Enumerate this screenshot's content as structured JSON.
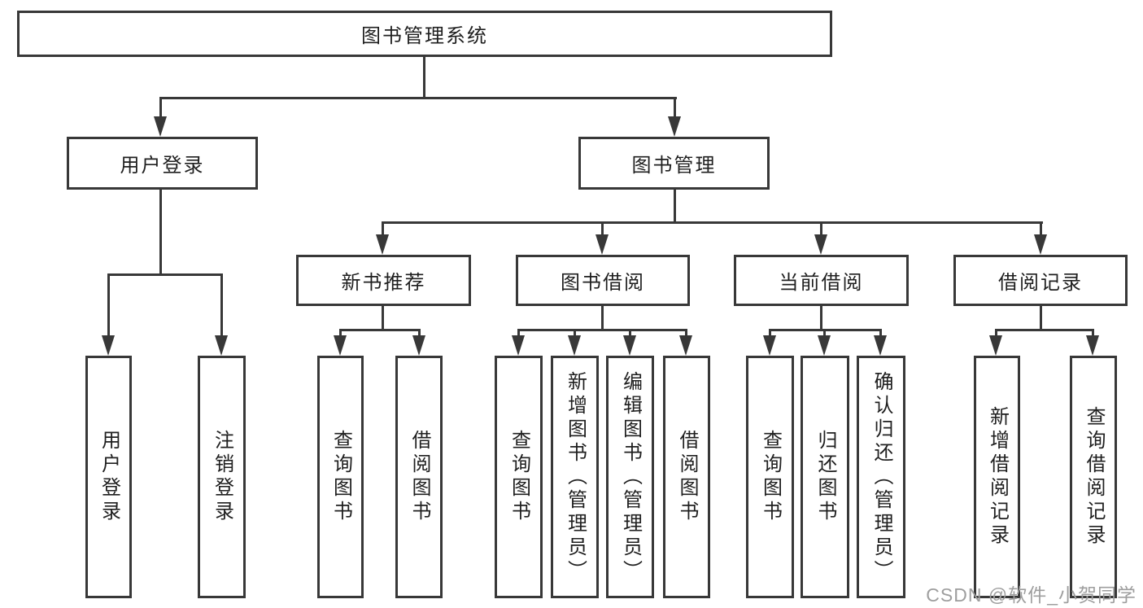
{
  "colors": {
    "line": "#383838",
    "text": "#1f1f1f",
    "watermark": "#9e9e9e",
    "background": "#ffffff"
  },
  "tree": {
    "root": {
      "label": "图书管理系统"
    },
    "level2": [
      {
        "label": "用户登录"
      },
      {
        "label": "图书管理"
      }
    ],
    "level3": [
      {
        "label": "新书推荐"
      },
      {
        "label": "图书借阅"
      },
      {
        "label": "当前借阅"
      },
      {
        "label": "借阅记录"
      }
    ],
    "leaves": {
      "user_login": [
        {
          "label": "用户登录"
        },
        {
          "label": "注销登录"
        }
      ],
      "new_recommend": [
        {
          "label": "查询图书"
        },
        {
          "label": "借阅图书"
        }
      ],
      "book_borrow": [
        {
          "label": "查询图书"
        },
        {
          "label": "新增图书（管理员）"
        },
        {
          "label": "编辑图书（管理员）"
        },
        {
          "label": "借阅图书"
        }
      ],
      "current_borrow": [
        {
          "label": "查询图书"
        },
        {
          "label": "归还图书"
        },
        {
          "label": "确认归还（管理员）"
        }
      ],
      "borrow_record": [
        {
          "label": "新增借阅记录"
        },
        {
          "label": "查询借阅记录"
        }
      ]
    }
  },
  "watermark": "CSDN @软件_小贺同学"
}
